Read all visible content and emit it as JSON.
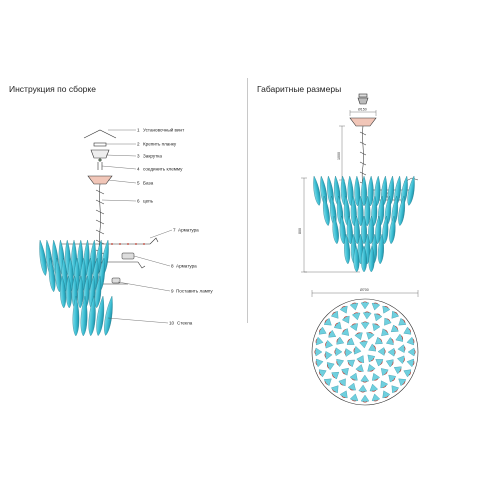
{
  "panels": {
    "assembly_title": "Инструкция по сборке",
    "dimensions_title": "Габаритные размеры"
  },
  "callouts": [
    {
      "num": "1",
      "label": "Установочный винт"
    },
    {
      "num": "2",
      "label": "Крепить планку"
    },
    {
      "num": "3",
      "label": "Закрутка"
    },
    {
      "num": "4",
      "label": "соединить клемму"
    },
    {
      "num": "5",
      "label": "База"
    },
    {
      "num": "6",
      "label": "цепь"
    },
    {
      "num": "7",
      "label": "Арматура"
    },
    {
      "num": "8",
      "label": "Арматура"
    },
    {
      "num": "9",
      "label": "Поставить лампу"
    },
    {
      "num": "10",
      "label": "Стекла"
    }
  ],
  "dimensions": {
    "canopy_width": "Ø150",
    "chain_length": "1000",
    "total_height": "800",
    "body_diameter": "Ø700"
  },
  "colors": {
    "glass": "#3fc1d6",
    "glass_dark": "#1d8fa6",
    "line": "#333333",
    "accent_red": "#c0392b"
  }
}
